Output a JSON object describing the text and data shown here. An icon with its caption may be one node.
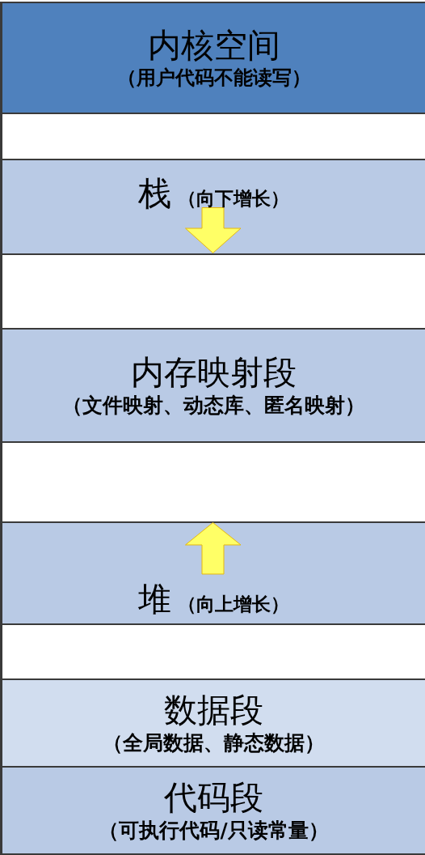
{
  "diagram": {
    "nodes": [
      {
        "text": [
          "内核空间",
          "（用户代码不能读写）"
        ]
      },
      {
        "text": [],
        "shape": "box"
      },
      {
        "text": [
          "栈",
          "（向下增长）"
        ]
      },
      {
        "text": [],
        "shape": "box"
      },
      {
        "text": [
          "内存映射段",
          "（文件映射、动态库、匿名映射）"
        ]
      },
      {
        "text": [],
        "shape": "box"
      },
      {
        "text": [
          "堆",
          "（向上增长）"
        ]
      },
      {
        "text": [],
        "shape": "box"
      },
      {
        "text": [
          "数据段",
          "（全局数据、静态数据）"
        ]
      },
      {
        "text": [
          "代码段",
          "（可执行代码/只读常量）"
        ]
      }
    ]
  }
}
